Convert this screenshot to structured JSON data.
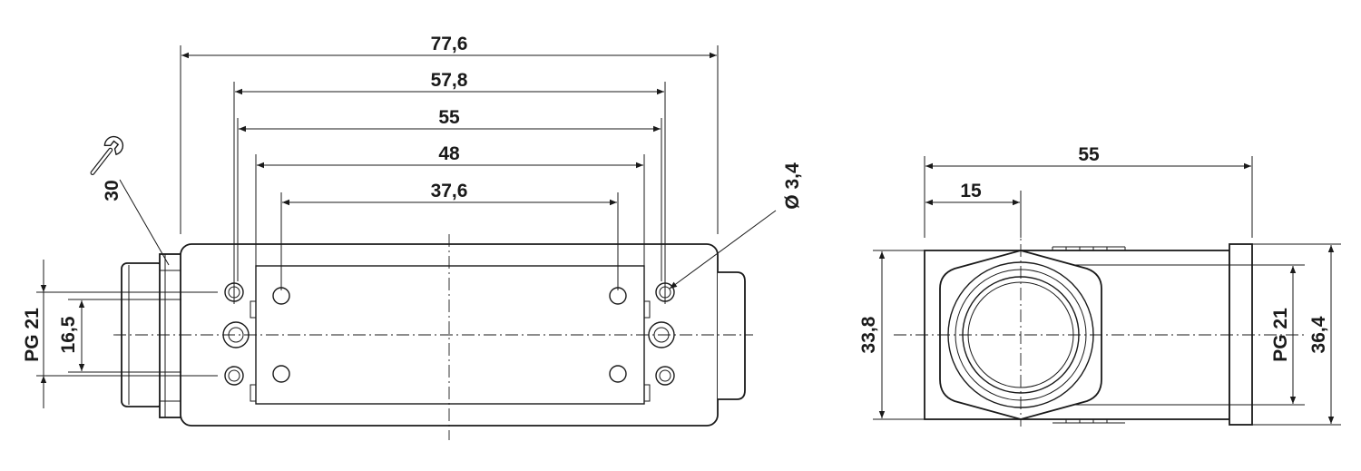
{
  "side_view": {
    "dimensions": {
      "overall_length": "77,6",
      "hole_span_outer": "57,8",
      "hole_span": "55",
      "plate_width": "48",
      "inner_hole_span": "37,6",
      "hole_diameter": "Ø 3,4",
      "thread": "PG 21",
      "thread_height": "16,5"
    },
    "wrench_size": "30"
  },
  "end_view": {
    "dimensions": {
      "width": "55",
      "offset": "15",
      "height": "33,8",
      "flange_height": "36,4",
      "thread": "PG 21"
    }
  }
}
